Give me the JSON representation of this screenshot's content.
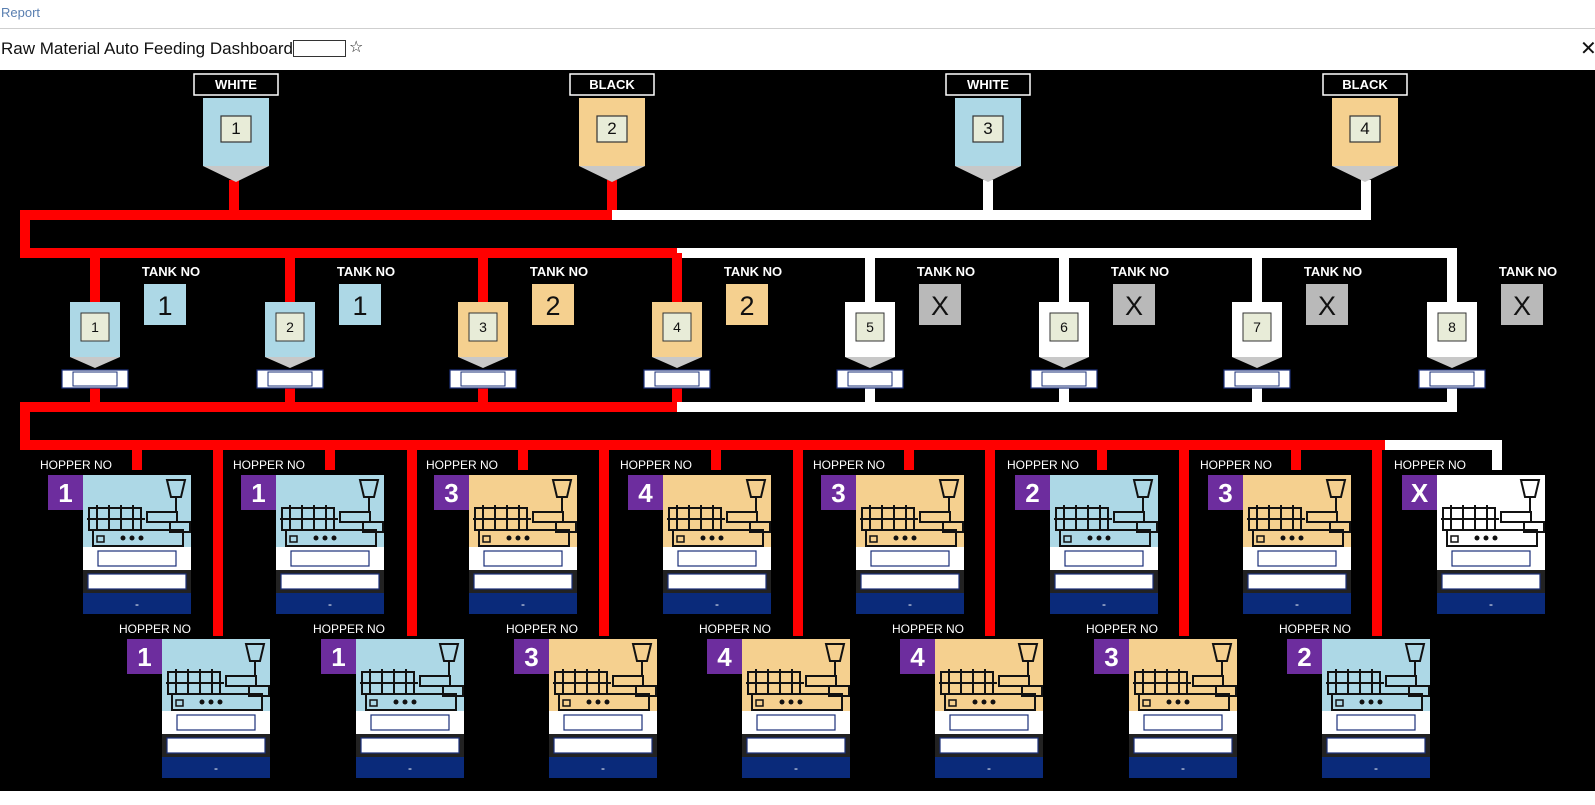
{
  "header": {
    "breadcrumb": "Report",
    "title": "Raw Material Auto Feeding Dashboard",
    "close_glyph": "✕",
    "star_icon": "star-outline-icon"
  },
  "colors": {
    "active_line": "#ff0000",
    "idle_line": "#ffffff",
    "white_material": "#add8e6",
    "black_material": "#f5d08f",
    "unassigned": "#b9b9b9",
    "hopper_badge": "#6d2d9e",
    "status_bar": "#0a2a7a"
  },
  "silos": [
    {
      "id": "1",
      "material": "WHITE",
      "color": "white"
    },
    {
      "id": "2",
      "material": "BLACK",
      "color": "black"
    },
    {
      "id": "3",
      "material": "WHITE",
      "color": "white"
    },
    {
      "id": "4",
      "material": "BLACK",
      "color": "black"
    }
  ],
  "tank_label": "TANK NO",
  "tanks": [
    {
      "id": "1",
      "tank_no": "1",
      "color": "white",
      "active": true
    },
    {
      "id": "2",
      "tank_no": "1",
      "color": "white",
      "active": true
    },
    {
      "id": "3",
      "tank_no": "2",
      "color": "black",
      "active": true
    },
    {
      "id": "4",
      "tank_no": "2",
      "color": "black",
      "active": true
    },
    {
      "id": "5",
      "tank_no": "X",
      "color": "none",
      "active": false
    },
    {
      "id": "6",
      "tank_no": "X",
      "color": "none",
      "active": false
    },
    {
      "id": "7",
      "tank_no": "X",
      "color": "none",
      "active": false
    },
    {
      "id": "8",
      "tank_no": "X",
      "color": "none",
      "active": false
    }
  ],
  "hopper_label": "HOPPER NO",
  "machines_top": [
    {
      "hopper_no": "1",
      "color": "white",
      "status": "-",
      "active": true
    },
    {
      "hopper_no": "1",
      "color": "white",
      "status": "-",
      "active": true
    },
    {
      "hopper_no": "3",
      "color": "black",
      "status": "-",
      "active": true
    },
    {
      "hopper_no": "4",
      "color": "black",
      "status": "-",
      "active": true
    },
    {
      "hopper_no": "3",
      "color": "black",
      "status": "-",
      "active": true
    },
    {
      "hopper_no": "2",
      "color": "white",
      "status": "-",
      "active": true
    },
    {
      "hopper_no": "3",
      "color": "black",
      "status": "-",
      "active": true
    },
    {
      "hopper_no": "X",
      "color": "none",
      "status": "-",
      "active": false
    }
  ],
  "machines_bottom": [
    {
      "hopper_no": "1",
      "color": "white",
      "status": "-",
      "active": true
    },
    {
      "hopper_no": "1",
      "color": "white",
      "status": "-",
      "active": true
    },
    {
      "hopper_no": "3",
      "color": "black",
      "status": "-",
      "active": true
    },
    {
      "hopper_no": "4",
      "color": "black",
      "status": "-",
      "active": true
    },
    {
      "hopper_no": "4",
      "color": "black",
      "status": "-",
      "active": true
    },
    {
      "hopper_no": "3",
      "color": "black",
      "status": "-",
      "active": true
    },
    {
      "hopper_no": "2",
      "color": "white",
      "status": "-",
      "active": true
    }
  ]
}
